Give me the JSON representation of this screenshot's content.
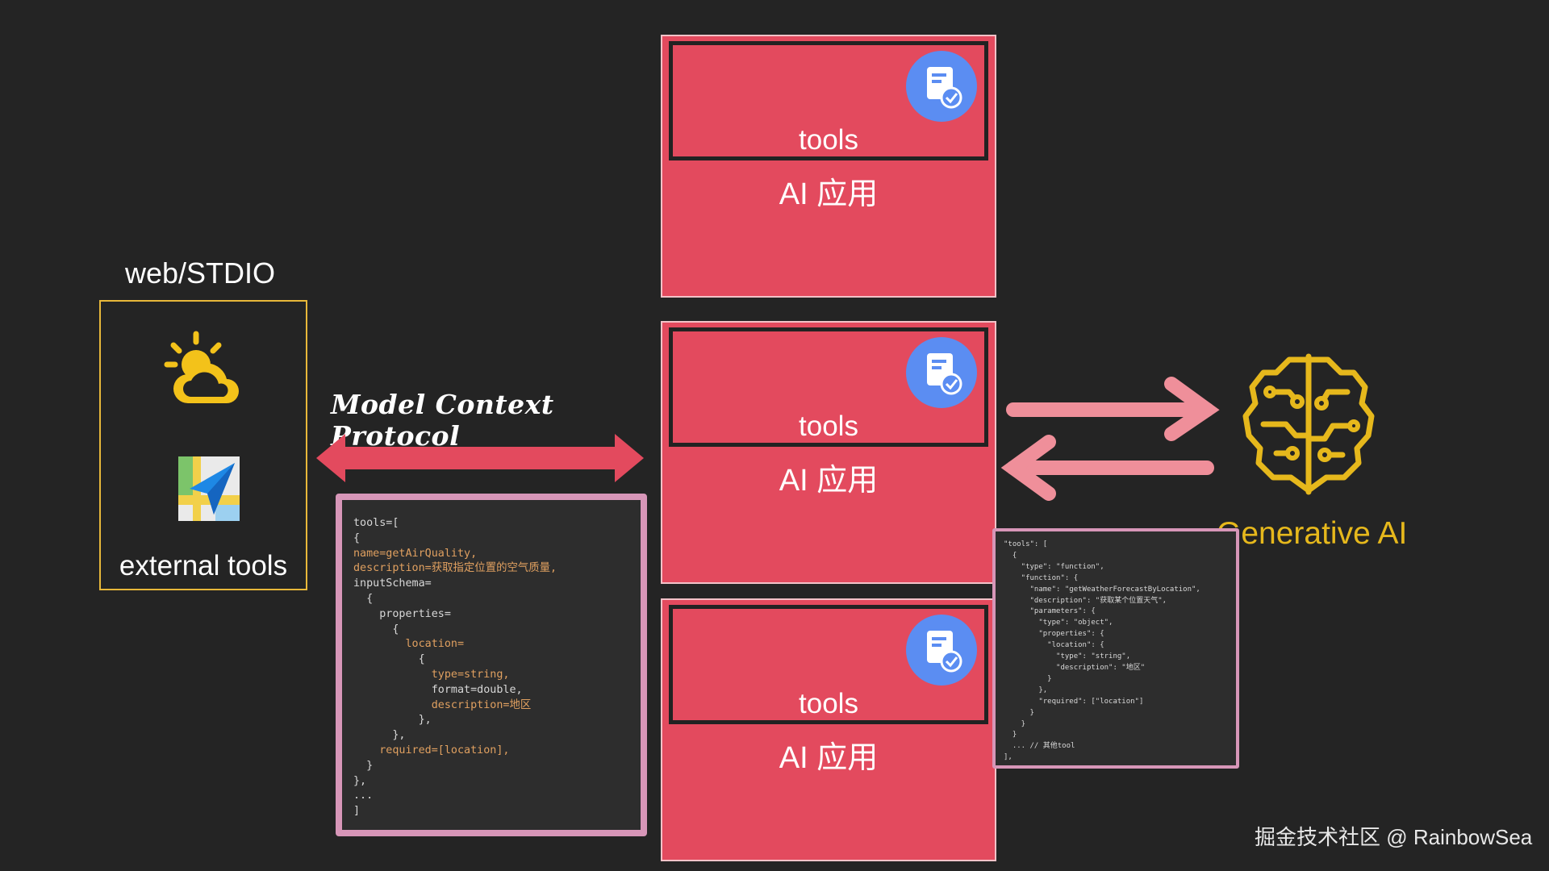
{
  "external": {
    "transport_label": "web/STDIO",
    "caption": "external tools",
    "icons": [
      "weather-icon",
      "map-icon"
    ]
  },
  "protocol": {
    "label": "Model Context Protocol"
  },
  "apps": [
    {
      "tools_label": "tools",
      "app_label": "AI 应用"
    },
    {
      "tools_label": "tools",
      "app_label": "AI 应用"
    },
    {
      "tools_label": "tools",
      "app_label": "AI 应用"
    }
  ],
  "generative": {
    "label": "Generative AI"
  },
  "watermark": "掘金技术社区 @ RainbowSea",
  "code_left": [
    "tools=[",
    "{",
    "name=getAirQuality,",
    "description=获取指定位置的空气质量,",
    "inputSchema=",
    "  {",
    "    properties=",
    "      {",
    "        location=",
    "          {",
    "            type=string,",
    "            format=double,",
    "            description=地区",
    "          },",
    "      },",
    "    required=[location],",
    "  }",
    "},",
    "...",
    "]"
  ],
  "code_right": [
    "\"tools\": [",
    "  {",
    "    \"type\": \"function\",",
    "    \"function\": {",
    "      \"name\": \"getWeatherForecastByLocation\",",
    "      \"description\": \"获取某个位置天气\",",
    "      \"parameters\": {",
    "        \"type\": \"object\",",
    "        \"properties\": {",
    "          \"location\": {",
    "            \"type\": \"string\",",
    "            \"description\": \"地区\"",
    "          }",
    "        },",
    "        \"required\": [\"location\"]",
    "      }",
    "    }",
    "  }",
    "  ... // 其他tool",
    "],"
  ],
  "colors": {
    "background": "#242424",
    "app_fill": "#e34a5e",
    "accent_yellow": "#e6b81c",
    "arrow_red": "#e34a5e",
    "arrow_pink": "#ef8f9a",
    "icon_blue": "#5b8df2"
  }
}
